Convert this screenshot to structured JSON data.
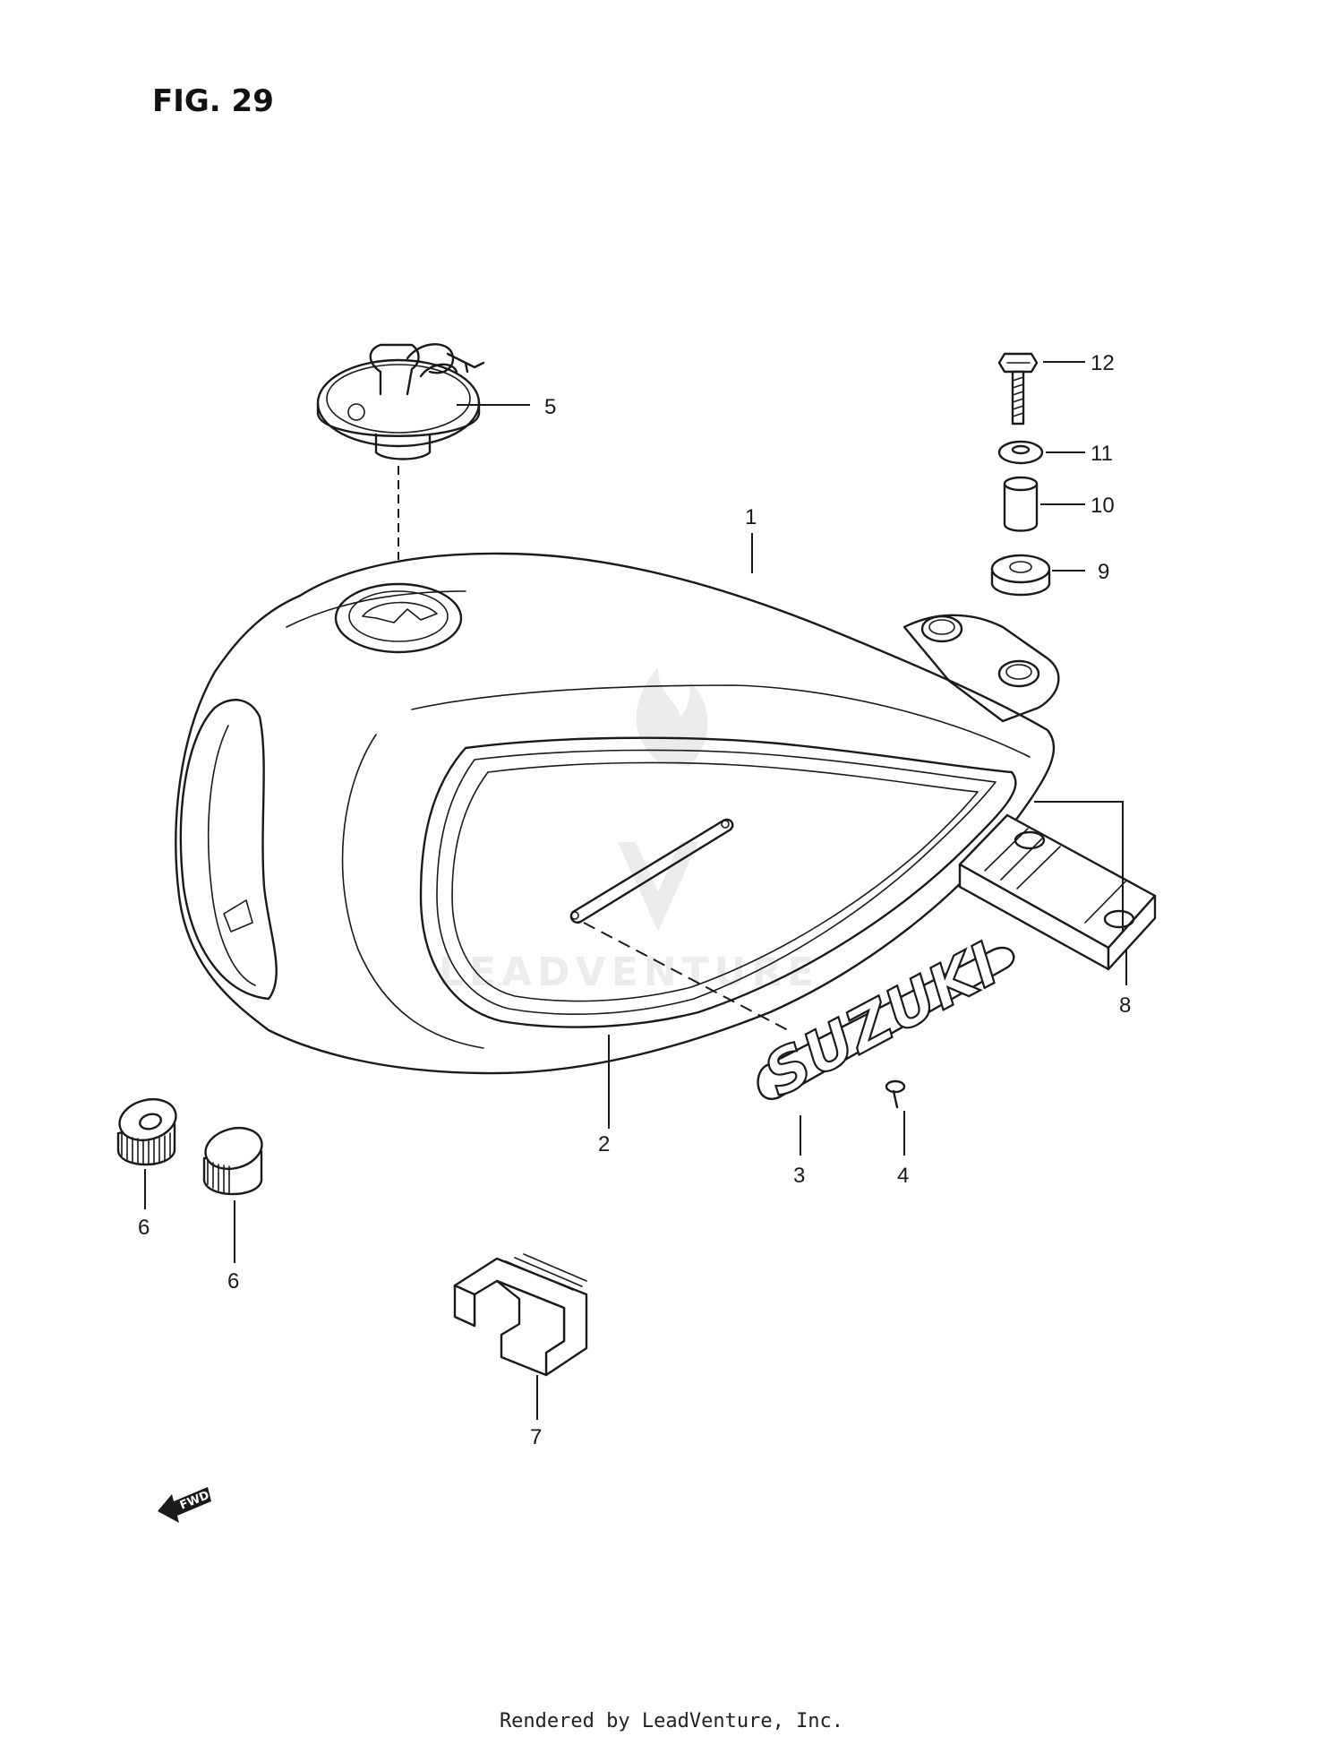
{
  "figure": {
    "title": "FIG. 29"
  },
  "callouts": [
    {
      "id": "c1",
      "number": "1"
    },
    {
      "id": "c2",
      "number": "2"
    },
    {
      "id": "c3",
      "number": "3"
    },
    {
      "id": "c4",
      "number": "4"
    },
    {
      "id": "c5",
      "number": "5"
    },
    {
      "id": "c6a",
      "number": "6"
    },
    {
      "id": "c6b",
      "number": "6"
    },
    {
      "id": "c7",
      "number": "7"
    },
    {
      "id": "c8",
      "number": "8"
    },
    {
      "id": "c9",
      "number": "9"
    },
    {
      "id": "c10",
      "number": "10"
    },
    {
      "id": "c11",
      "number": "11"
    },
    {
      "id": "c12",
      "number": "12"
    }
  ],
  "emblem": {
    "text": "SUZUKI"
  },
  "direction_marker": {
    "text": "FWD",
    "icon": "forward-arrow-icon"
  },
  "watermark": {
    "text": "LEADVENTURE"
  },
  "footer": {
    "credit": "Rendered by LeadVenture, Inc."
  }
}
